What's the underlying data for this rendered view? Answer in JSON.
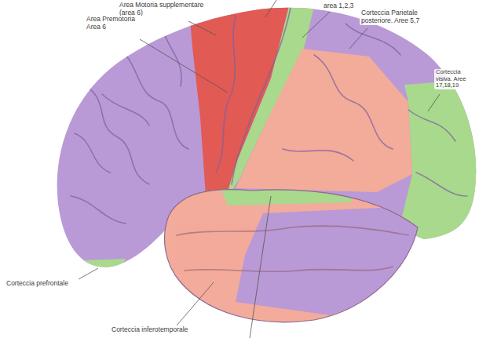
{
  "diagram": {
    "labels": [
      "Area Motoria supplementare (area 6)",
      "Area Premotoria Area 6",
      "area 1,2,3",
      "Corteccia Parietale posteriore. Aree 5,7",
      "Corteccia visiva. Aree 17,18,19",
      "Corteccia prefrontale",
      "Corteccia inferotemporale"
    ]
  }
}
